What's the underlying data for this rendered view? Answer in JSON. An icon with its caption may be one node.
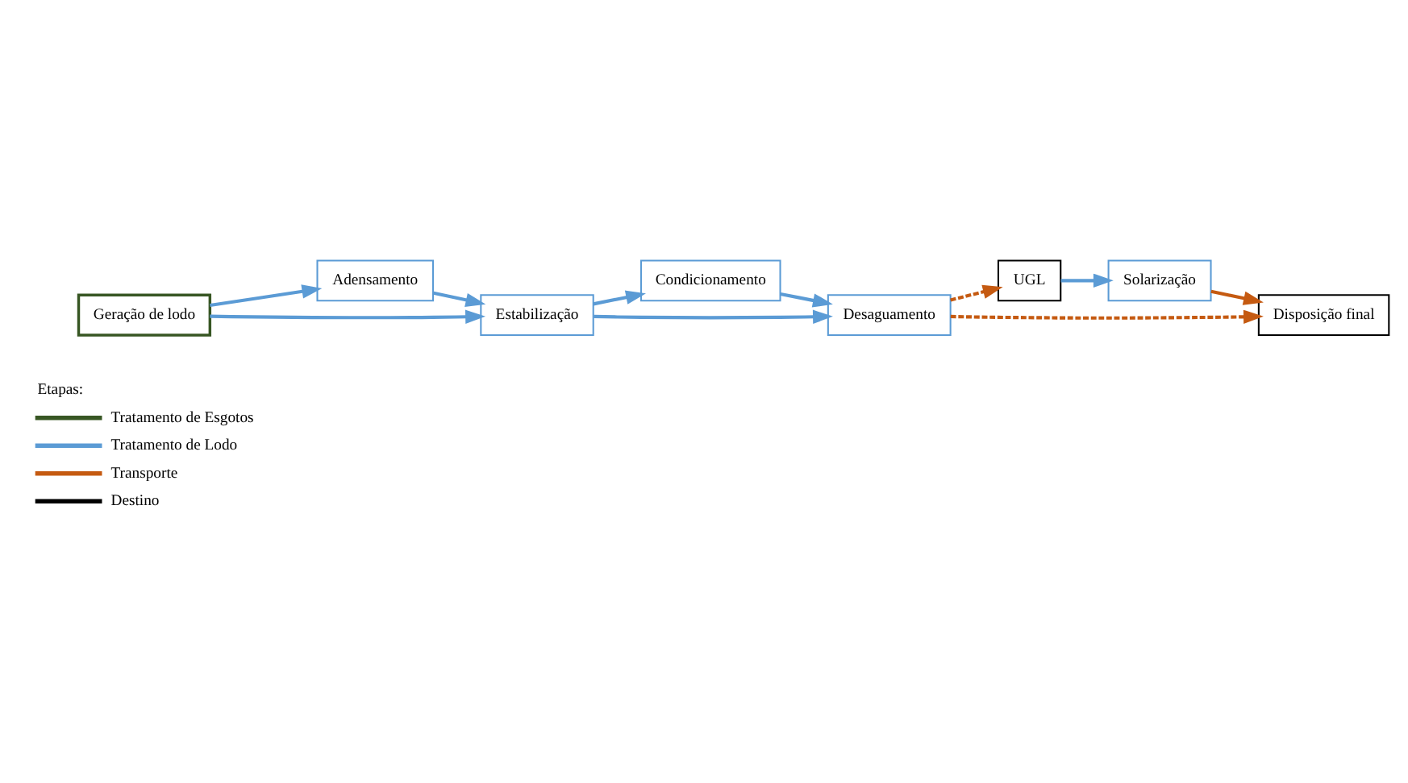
{
  "diagram": {
    "nodes": [
      {
        "text": [
          "Geração de lodo"
        ]
      },
      {
        "text": [
          "Adensamento"
        ]
      },
      {
        "text": [
          "Estabilização"
        ]
      },
      {
        "text": [
          "Condicionamento"
        ]
      },
      {
        "text": [
          "Desaguamento"
        ]
      },
      {
        "text": [
          "UGL"
        ]
      },
      {
        "text": [
          "Solarização"
        ]
      },
      {
        "text": [
          "Disposição final"
        ]
      }
    ],
    "edges": [
      {
        "from": 0,
        "to": 1,
        "arrow": "to"
      },
      {
        "from": 0,
        "to": 2,
        "arrow": "to"
      },
      {
        "from": 1,
        "to": 2,
        "arrow": "to"
      },
      {
        "from": 2,
        "to": 3,
        "arrow": "to"
      },
      {
        "from": 2,
        "to": 4,
        "arrow": "to"
      },
      {
        "from": 3,
        "to": 4,
        "arrow": "to"
      },
      {
        "from": 4,
        "to": 5,
        "arrow": "to",
        "style": "dashed",
        "color": "#c55a11"
      },
      {
        "from": 4,
        "to": 7,
        "arrow": "to",
        "style": "dashed",
        "color": "#c55a11"
      },
      {
        "from": 5,
        "to": 6,
        "arrow": "to"
      },
      {
        "from": 6,
        "to": 7,
        "arrow": "to",
        "color": "#c55a11"
      }
    ],
    "labels": [
      "Etapas:"
    ],
    "legend": [
      {
        "text": "Tratamento de Esgotos",
        "color": "#375623"
      },
      {
        "text": "Tratamento de Lodo",
        "color": "#5b9bd5"
      },
      {
        "text": "Transporte",
        "color": "#c55a11"
      },
      {
        "text": "Destino",
        "color": "#000000"
      }
    ]
  }
}
